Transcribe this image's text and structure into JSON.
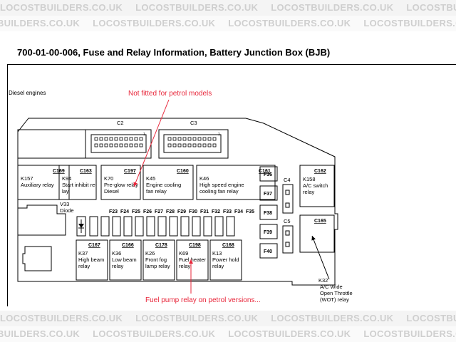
{
  "watermark": "LOCOSTBUILDERS.CO.UK",
  "title": "700-01-00-006, Fuse and Relay Information, Battery Junction Box (BJB)",
  "subtitle": "Diesel engines",
  "annotations": {
    "top": "Not fitted for petrol models",
    "bottom": "Fuel pump relay on petrol versions..."
  },
  "connectors": {
    "c2": "C2",
    "c3": "C3",
    "c4": "C4",
    "c5": "C5",
    "c2_pin": "1",
    "c3_pin": "1"
  },
  "relays_top": [
    {
      "conn": "C169",
      "lines": [
        "K157",
        "Auxiliary relay"
      ]
    },
    {
      "conn": "C163",
      "lines": [
        "K94",
        "Start inhibit re-",
        "lay"
      ]
    },
    {
      "conn": "C197",
      "lines": [
        "K70",
        "Pre-glow relay",
        "Diesel"
      ]
    },
    {
      "conn": "C160",
      "lines": [
        "K45",
        "Engine cooling",
        "fan relay"
      ]
    },
    {
      "conn": "C161",
      "lines": [
        "K46",
        "High speed engine",
        "cooling fan relay"
      ]
    }
  ],
  "relay_c162": {
    "conn": "C162",
    "lines": [
      "K158",
      "A/C switch",
      "relay"
    ]
  },
  "relay_c165": {
    "conn": "C165"
  },
  "diode": [
    "V33",
    "Diode"
  ],
  "fuses_row": [
    "F23",
    "F24",
    "F25",
    "F26",
    "F27",
    "F28",
    "F29",
    "F30",
    "F31",
    "F32",
    "F33",
    "F34",
    "F35"
  ],
  "fuses_side": [
    "F36",
    "F37",
    "F38",
    "F39",
    "F40"
  ],
  "relays_bottom": [
    {
      "conn": "C167",
      "lines": [
        "K37",
        "High beam",
        "relay"
      ]
    },
    {
      "conn": "C166",
      "lines": [
        "K36",
        "Low beam",
        "relay"
      ]
    },
    {
      "conn": "C178",
      "lines": [
        "K26",
        "Front fog",
        "lamp relay"
      ]
    },
    {
      "conn": "C198",
      "lines": [
        "K69",
        "Fuel heater",
        "relay"
      ]
    },
    {
      "conn": "C168",
      "lines": [
        "K13",
        "Power hold",
        "relay"
      ]
    }
  ],
  "k32_label": [
    "K32",
    "A/C Wide",
    "Open Throttle",
    "(WOT) relay"
  ],
  "colors": {
    "annotation": "#e8263a",
    "line": "#000000",
    "watermark": "#cfcfcf"
  }
}
